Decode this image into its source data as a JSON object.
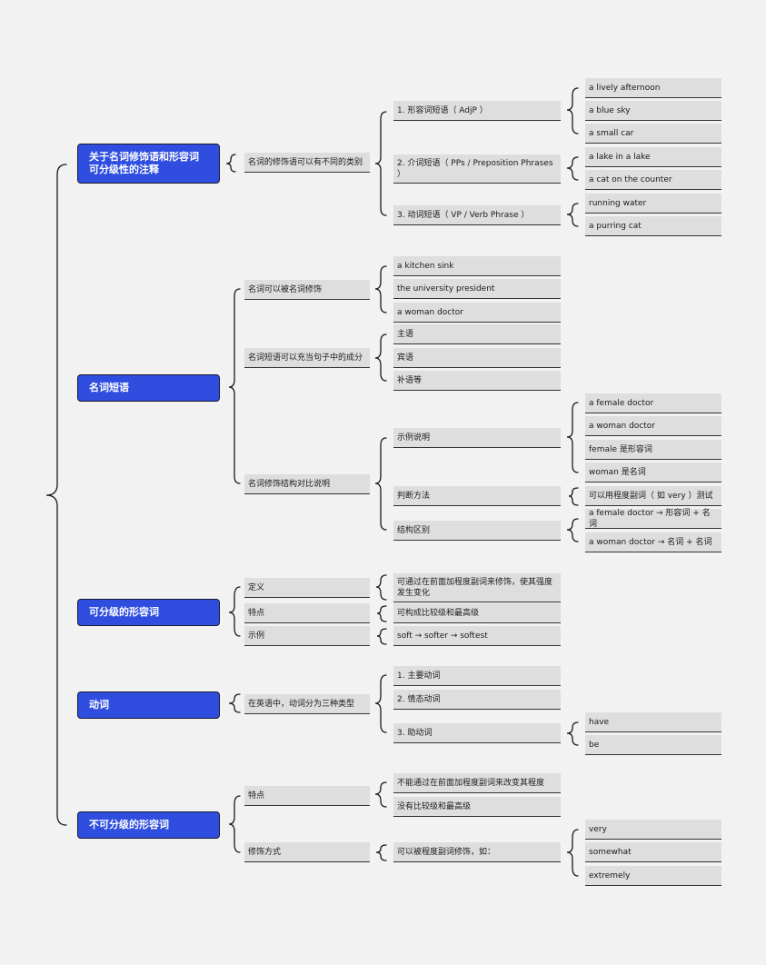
{
  "colors": {
    "background": "#f2f2f2",
    "category_fill": "#2f4ee0",
    "node_fill": "#dedede",
    "line": "#1a1a1a"
  },
  "mindmap": {
    "cat1": {
      "label": "关于名词修饰语和形容词可分级性的注释",
      "sub": "名词的修饰语可以有不同的类别",
      "adjp": {
        "label": "1. 形容词短语（ AdjP ）",
        "items": [
          "a lively afternoon",
          "a blue sky",
          "a small car"
        ]
      },
      "pp": {
        "label": "2. 介词短语（ PPs / Preposition Phrases ）",
        "items": [
          "a lake in a lake",
          "a cat on the counter"
        ]
      },
      "vp": {
        "label": "3. 动词短语（ VP / Verb Phrase ）",
        "items": [
          "running water",
          "a purring cat"
        ]
      }
    },
    "cat2": {
      "label": "名词短语",
      "a": {
        "label": "名词可以被名词修饰",
        "items": [
          "a kitchen sink",
          "the university president",
          "a woman doctor"
        ]
      },
      "b": {
        "label": "名词短语可以充当句子中的成分",
        "items": [
          "主语",
          "宾语",
          "补语等"
        ]
      },
      "c": {
        "label": "名词修饰结构对比说明",
        "example": {
          "label": "示例说明",
          "items": [
            "a female doctor",
            "a woman doctor",
            "female 是形容词",
            "woman 是名词"
          ]
        },
        "judge": {
          "label": "判断方法",
          "items": [
            "可以用程度副词（ 如 very ）测试"
          ]
        },
        "diff": {
          "label": "结构区别",
          "items": [
            "a female doctor → 形容词 + 名词",
            "a woman doctor → 名词 + 名词"
          ]
        }
      }
    },
    "cat3": {
      "label": "可分级的形容词",
      "def": {
        "label": "定义",
        "item": "可通过在前面加程度副词来修饰，使其强度发生变化"
      },
      "feat": {
        "label": "特点",
        "item": "可构成比较级和最高级"
      },
      "ex": {
        "label": "示例",
        "item": "soft → softer → softest"
      }
    },
    "cat4": {
      "label": "动词",
      "sub": "在英语中，动词分为三种类型",
      "items": [
        "1. 主要动词",
        "2. 情态动词",
        "3. 助动词"
      ],
      "aux_items": [
        "have",
        "be"
      ]
    },
    "cat5": {
      "label": "不可分级的形容词",
      "feat": {
        "label": "特点",
        "items": [
          "不能通过在前面加程度副词来改变其程度",
          "没有比较级和最高级"
        ]
      },
      "mod": {
        "label": "修饰方式",
        "item": "可以被程度副词修饰，如：",
        "items": [
          "very",
          "somewhat",
          "extremely"
        ]
      }
    }
  }
}
